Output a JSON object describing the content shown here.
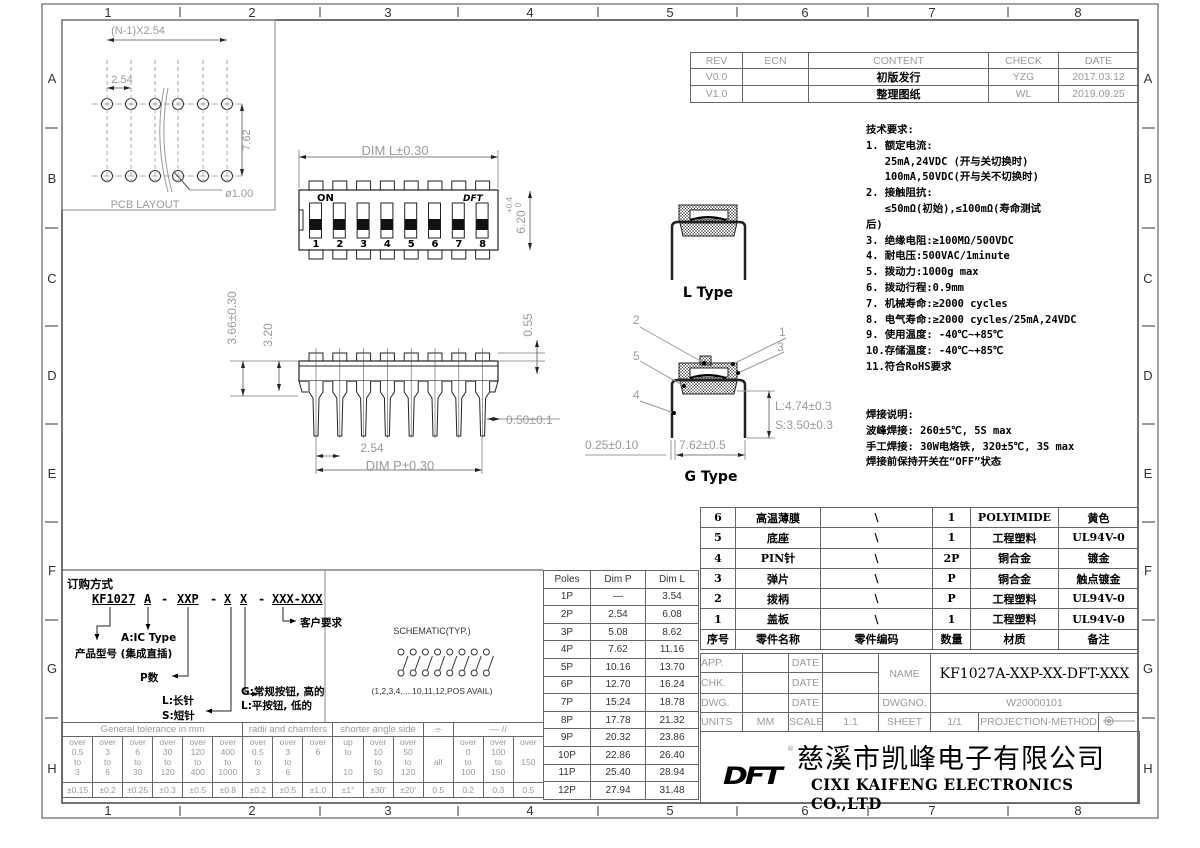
{
  "frame": {
    "columns": [
      "1",
      "2",
      "3",
      "4",
      "5",
      "6",
      "7",
      "8"
    ],
    "rows": [
      "A",
      "B",
      "C",
      "D",
      "E",
      "F",
      "G",
      "H"
    ]
  },
  "revision": {
    "headers": [
      "REV",
      "ECN",
      "CONTENT",
      "CHECK",
      "DATE"
    ],
    "rows": [
      [
        "V0.0",
        "",
        "初版发行",
        "YZG",
        "2017.03.12"
      ],
      [
        "V1.0",
        "",
        "整理图纸",
        "WL",
        "2019.09.25"
      ]
    ]
  },
  "pcb_layout": {
    "title": "PCB LAYOUT",
    "span": "(N-1)X2.54",
    "pitch": "2.54",
    "row_spacing": "7.62",
    "hole": "ø1.00"
  },
  "top_view": {
    "dim_l": "DIM L±0.30",
    "on_label": "ON",
    "logo": "DFT",
    "width": "6.20",
    "tol_plus": "+0.4",
    "tol_minus": "0",
    "switch_numbers": [
      "1",
      "2",
      "3",
      "4",
      "5",
      "6",
      "7",
      "8"
    ]
  },
  "side_view": {
    "overall_height": "3.66±0.30",
    "body_height": "3.20",
    "actuator_height": "0.55",
    "pin_width": "0.50±0.1",
    "pitch": "2.54",
    "dim_p": "DIM P±0.30"
  },
  "sections": {
    "l_type": "L Type",
    "g_type": "G Type",
    "callouts": [
      "1",
      "2",
      "3",
      "4",
      "5"
    ],
    "lead_thickness": "0.25±0.10",
    "row_spacing": "7.62±0.5",
    "lead_length_l": "L:4.74±0.3",
    "lead_length_s": "S:3.50±0.3"
  },
  "tech": {
    "lines": [
      "技术要求:",
      "1. 额定电流:",
      "   25mA,24VDC (开与关切换时)",
      "   100mA,50VDC(开与关不切换时)",
      "2. 接触阻抗:",
      "   ≤50mΩ(初始),≤100mΩ(寿命测试",
      "后)",
      "3. 绝缘电阻:≥100MΩ/500VDC",
      "4. 耐电压:500VAC/1minute",
      "5. 拨动力:1000g max",
      "6. 拨动行程:0.9mm",
      "7. 机械寿命:≥2000 cycles",
      "8. 电气寿命:≥2000 cycles/25mA,24VDC",
      "9. 使用温度: -40℃~+85℃",
      "10.存储温度: -40℃~+85℃",
      "11.符合RoHS要求"
    ],
    "solder_lines": [
      "焊接说明:",
      "波峰焊接: 260±5℃, 5S max",
      "手工焊接: 30W电烙铁, 320±5℃, 3S max",
      "焊接前保持开关在“OFF”状态"
    ]
  },
  "parts": {
    "rows": [
      [
        "6",
        "高温薄膜",
        "\\",
        "1",
        "POLYIMIDE",
        "黄色"
      ],
      [
        "5",
        "底座",
        "\\",
        "1",
        "工程塑料",
        "UL94V-0"
      ],
      [
        "4",
        "PIN针",
        "\\",
        "2P",
        "铜合金",
        "镀金"
      ],
      [
        "3",
        "弹片",
        "\\",
        "P",
        "铜合金",
        "触点镀金"
      ],
      [
        "2",
        "拨柄",
        "\\",
        "P",
        "工程塑料",
        "UL94V-0"
      ],
      [
        "1",
        "盖板",
        "\\",
        "1",
        "工程塑料",
        "UL94V-0"
      ]
    ],
    "headers": [
      "序号",
      "零件名称",
      "零件编码",
      "数量",
      "材质",
      "备注"
    ]
  },
  "poles": {
    "headers": [
      "Poles",
      "Dim P",
      "Dim L"
    ],
    "rows": [
      [
        "1P",
        "—",
        "3.54"
      ],
      [
        "2P",
        "2.54",
        "6.08"
      ],
      [
        "3P",
        "5.08",
        "8.62"
      ],
      [
        "4P",
        "7.62",
        "11.16"
      ],
      [
        "5P",
        "10.16",
        "13.70"
      ],
      [
        "6P",
        "12.70",
        "16.24"
      ],
      [
        "7P",
        "15.24",
        "18.78"
      ],
      [
        "8P",
        "17.78",
        "21.32"
      ],
      [
        "9P",
        "20.32",
        "23.86"
      ],
      [
        "10P",
        "22.86",
        "26.40"
      ],
      [
        "11P",
        "25.40",
        "28.94"
      ],
      [
        "12P",
        "27.94",
        "31.48"
      ]
    ]
  },
  "ordering": {
    "title": "订购方式",
    "code": [
      "KF1027",
      "A",
      "-",
      "XXP",
      "-",
      "X",
      "X",
      "-",
      "XXX-XXX"
    ],
    "customer": "客户要求",
    "type_a": "A:IC Type",
    "product_model": "产品型号 (集成直插)",
    "pin_count": "P数",
    "button_g": "G:常规按钮, 高的",
    "button_l": "L:平按钮, 低的",
    "pin_long": "L:长针",
    "pin_short": "S:短针"
  },
  "schematic": {
    "title": "SCHEMATIC(TYP.)",
    "note": "(1,2,3,4,....10,11,12,POS AVAIL)"
  },
  "tolerance": {
    "groups": [
      {
        "label": "General tolerance in mm",
        "span": 6
      },
      {
        "label": "radii and chamfers",
        "span": 3
      },
      {
        "label": "shorter angle side",
        "span": 3
      },
      {
        "label": "⌯",
        "span": 1
      },
      {
        "label": "—   //",
        "span": 3
      }
    ],
    "ranges": [
      "over\n0.5\nto\n3",
      "over\n3\nto\n6",
      "over\n6\nto\n30",
      "over\n30\nto\n120",
      "over\n120\nto\n400",
      "over\n400\nto\n1000",
      "over\n0.5\nto\n3",
      "over\n3\nto\n6",
      "over\n6\n\n",
      "up\nto\n\n10",
      "over\n10\nto\n50",
      "over\n50\nto\n120",
      "\n\nall\n",
      "over\n0\nto\n100",
      "over\n100\nto\n150",
      "over\n\n150\n"
    ],
    "values": [
      "±0.15",
      "±0.2",
      "±0.25",
      "±0.3",
      "±0.5",
      "±0.8",
      "±0.2",
      "±0.5",
      "±1.0",
      "±1°",
      "±30′",
      "±20′",
      "0.5",
      "0.2",
      "0.3",
      "0.5"
    ]
  },
  "title_block": {
    "app": "APP.",
    "chk": "CHK.",
    "dwg": "DWG.",
    "units": "UNITS",
    "units_value": "MM",
    "date": "DATE",
    "scale": "SCALE",
    "scale_value": "1:1",
    "name": "NAME",
    "name_value": "KF1027A-XXP-XX-DFT-XXX",
    "dwgno": "DWGNO.",
    "dwgno_value": "W20000101",
    "sheet": "SHEET",
    "sheet_value": "1/1",
    "projection": "PROJECTION-METHOD"
  },
  "company": {
    "logo": "DFT",
    "name_cn": "慈溪市凯峰电子有限公司",
    "name_en": "CIXI KAIFENG ELECTRONICS CO.,LTD"
  }
}
